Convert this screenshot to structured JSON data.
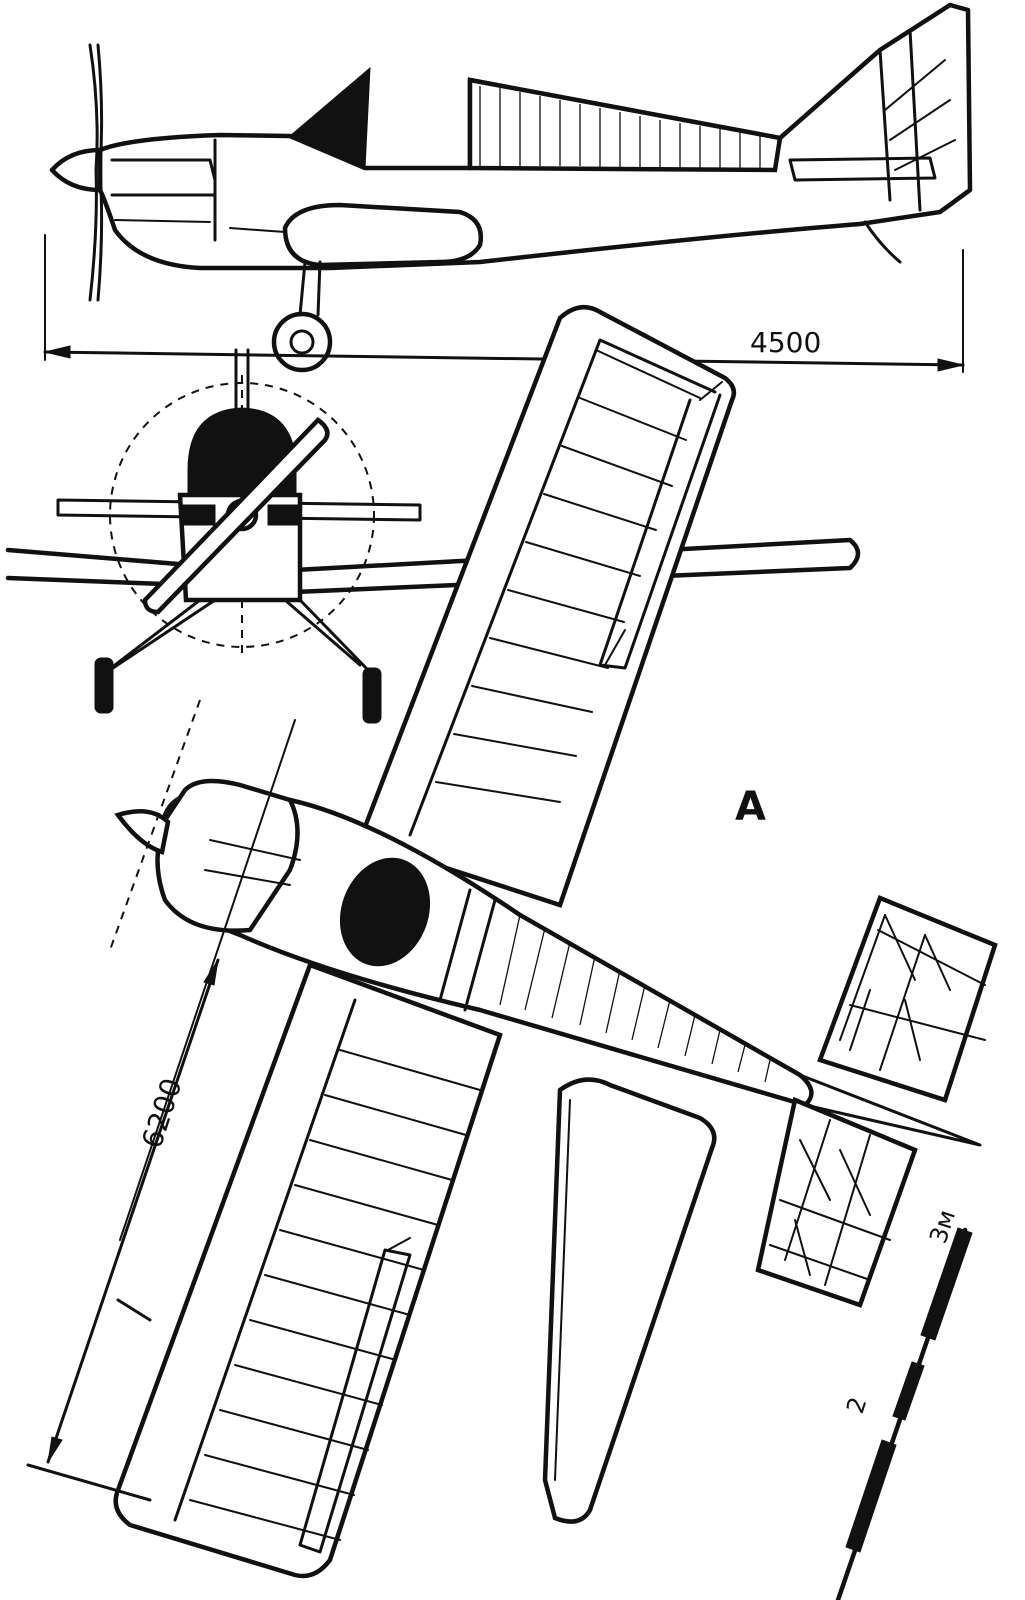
{
  "labels": {
    "length_dimension": "4500",
    "span_dimension": "6200",
    "view_marker": "A",
    "scale_mid": "2",
    "scale_end": "3м"
  },
  "colors": {
    "ink": "#111111",
    "paper": "#ffffff"
  }
}
